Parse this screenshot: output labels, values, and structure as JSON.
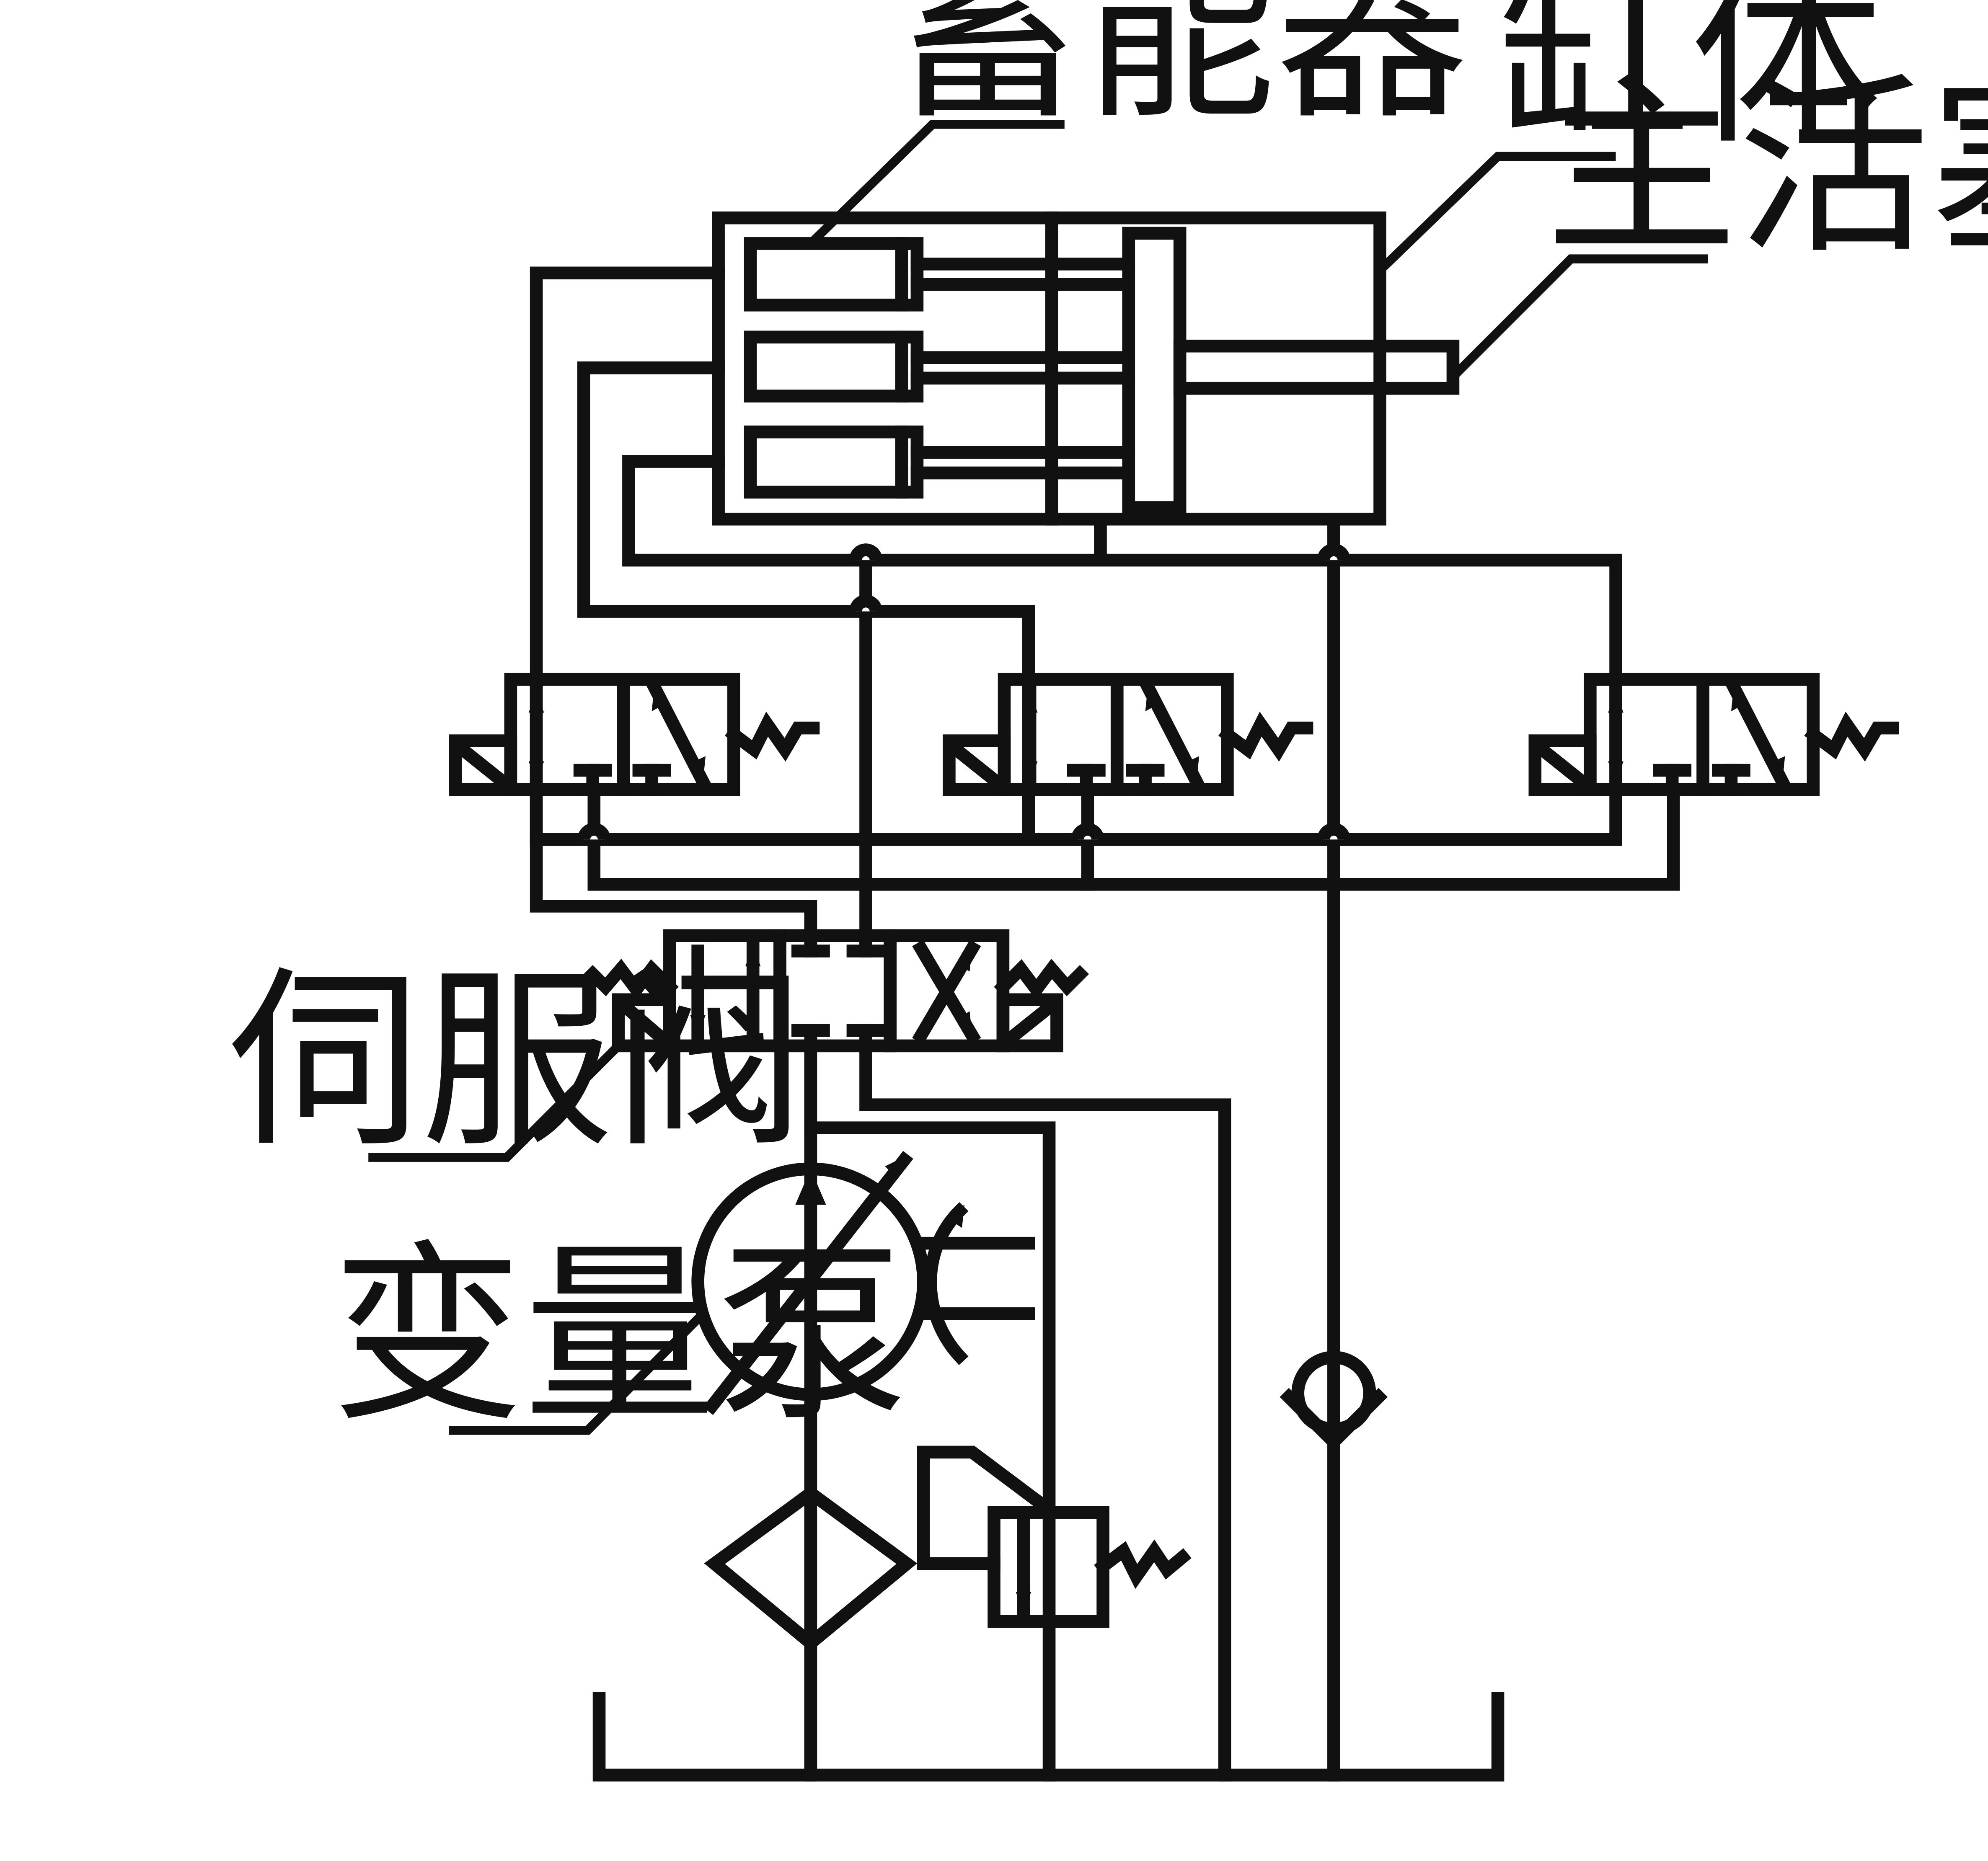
{
  "labels": {
    "accumulator": "蓄能器",
    "cylinder": "缸体",
    "piston_rod": "主活塞杆",
    "servo_valve": "伺服阀",
    "variable_pump": "变量泵"
  },
  "colors": {
    "line": "#111111",
    "background": "#ffffff"
  }
}
